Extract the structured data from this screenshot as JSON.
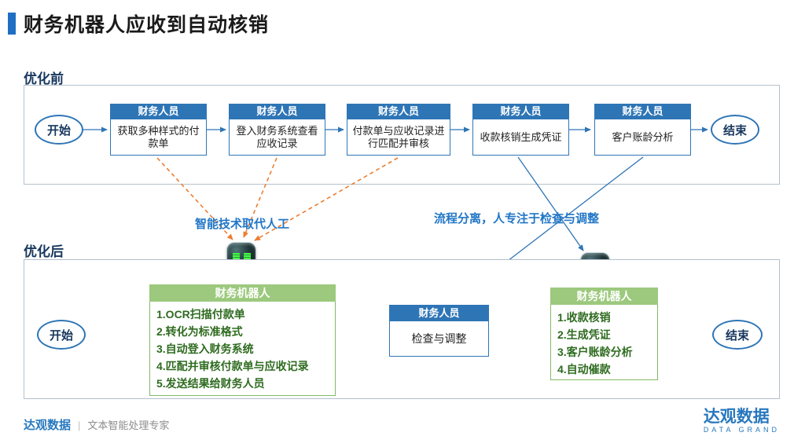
{
  "title": "财务机器人应收到自动核销",
  "colors": {
    "accent_blue": "#2e75b6",
    "green_header": "#9cc97d",
    "orange_dashed": "#ed7d31"
  },
  "before": {
    "label": "优化前",
    "start": "开始",
    "end": "结束",
    "steps": [
      {
        "header": "财务人员",
        "text": "获取多种样式的付款单"
      },
      {
        "header": "财务人员",
        "text": "登入财务系统查看应收记录"
      },
      {
        "header": "财务人员",
        "text": "付款单与应收记录进行匹配并审核"
      },
      {
        "header": "财务人员",
        "text": "收款核销生成凭证"
      },
      {
        "header": "财务人员",
        "text": "客户账龄分析"
      }
    ]
  },
  "annotations": {
    "replace_label": "智能技术取代人工",
    "split_label": "流程分离，人专注于检查与调整"
  },
  "after": {
    "label": "优化后",
    "start": "开始",
    "end": "结束",
    "robot_box_1": {
      "header": "财务机器人",
      "items": [
        "1.OCR扫描付款单",
        "2.转化为标准格式",
        "3.自动登入财务系统",
        "4.匹配并审核付款单与应收记录",
        "5.发送结果给财务人员"
      ]
    },
    "human_box": {
      "header": "财务人员",
      "body": "检查与调整"
    },
    "robot_box_2": {
      "header": "财务机器人",
      "items": [
        "1.收款核销",
        "2.生成凭证",
        "3.客户账龄分析",
        "4.自动催款"
      ]
    }
  },
  "footer": {
    "brand": "达观数据",
    "separator": "|",
    "tagline": "文本智能处理专家",
    "logo_title": "达观数据",
    "logo_subtitle": "DATA GRAND"
  }
}
